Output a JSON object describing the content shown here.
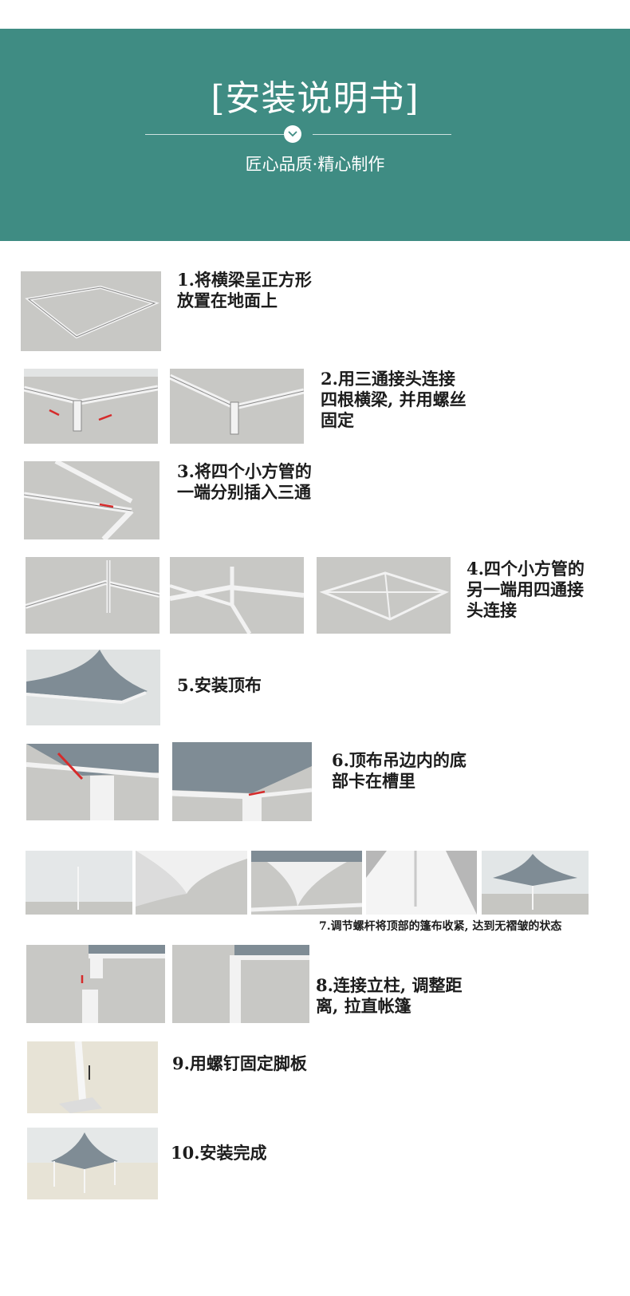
{
  "header": {
    "title": "[安装说明书]",
    "subtitle": "匠心品质·精心制作",
    "badge_icon": "chevron-down-icon",
    "background_color": "#3f8c83"
  },
  "steps": [
    {
      "number": 1,
      "text": "1.将横梁呈正方形\n放置在地面上"
    },
    {
      "number": 2,
      "text": "2.用三通接头连接\n四根横梁, 并用螺丝\n固定"
    },
    {
      "number": 3,
      "text": "3.将四个小方管的\n一端分别插入三通"
    },
    {
      "number": 4,
      "text": "4.四个小方管的\n另一端用四通接\n头连接"
    },
    {
      "number": 5,
      "text": "5.安装顶布"
    },
    {
      "number": 6,
      "text": "6.顶布吊边内的底\n部卡在槽里"
    },
    {
      "number": 7,
      "text": "7.调节螺杆将顶部的篷布收紧, 达到无褶皱的状态"
    },
    {
      "number": 8,
      "text": "8.连接立柱, 调整距\n离, 拉直帐篷"
    },
    {
      "number": 9,
      "text": "9.用螺钉固定脚板"
    },
    {
      "number": 10,
      "text": "10.安装完成"
    }
  ],
  "colors": {
    "arrow": "#d62b2b",
    "tent_fabric": "#7f8c95",
    "photo_bg": "#c8c8c5"
  }
}
